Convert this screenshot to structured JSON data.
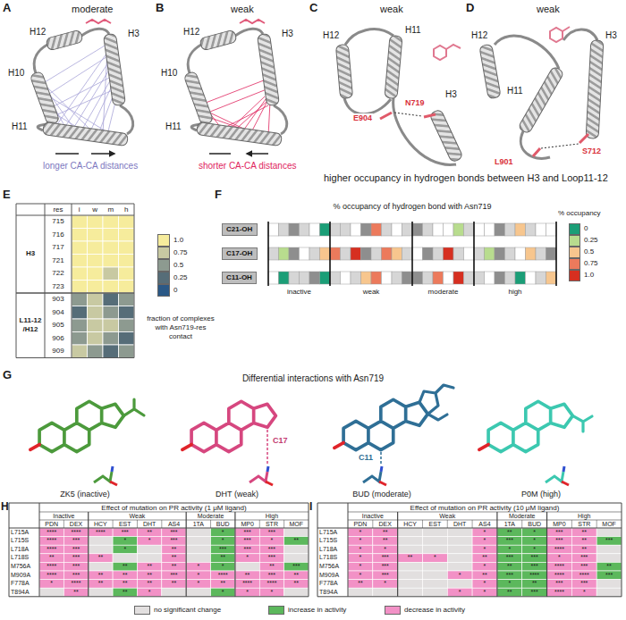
{
  "diagram": {
    "nodes": [
      {
        "text": [
          "C21-OH"
        ]
      },
      {
        "text": [
          "C17-OH"
        ]
      },
      {
        "text": [
          "C11-OH"
        ]
      }
    ],
    "labels": [
      "A",
      "moderate",
      "H12",
      "H3",
      "H10",
      "H11",
      "longer CA-CA distances",
      "B",
      "weak",
      "H12",
      "H3",
      "H10",
      "H11",
      "shorter CA-CA distances",
      "C",
      "weak",
      "H12",
      "H11",
      "N719",
      "E904",
      "H3",
      "D",
      "weak",
      "H12",
      "H3",
      "H11",
      "L901",
      "S712",
      "higher occupancy in hydrogen bonds between H3 and Loop11-12",
      "E",
      "res",
      "i",
      "w",
      "m",
      "h",
      "H3",
      "715",
      "716",
      "717",
      "721",
      "722",
      "723",
      "L11-12 /H12",
      "903",
      "904",
      "905",
      "906",
      "909",
      "fraction of complexes with Asn719-res contact",
      "F",
      "% occupancy of hydrogen bond with Asn719",
      "inactive",
      "weak",
      "moderate",
      "high",
      "% occupancy",
      "G",
      "Differential interactions with Asn719",
      "ZK5 (inactive)",
      "DHT (weak)",
      "C17",
      "BUD (moderate)",
      "C11",
      "P0M (high)",
      "H",
      "Effect of mutation on PR activity (1 μM ligand)",
      "Inactive",
      "Weak",
      "Moderate",
      "High",
      "PDN",
      "DEX",
      "HCY",
      "EST",
      "DHT",
      "AS4",
      "1TA",
      "BUD",
      "MP0",
      "STR",
      "MOF",
      "L715A",
      "****",
      "****",
      "****",
      "***",
      "**",
      "***",
      "*",
      "***",
      "***",
      "L715S",
      "****",
      "***",
      "*",
      "*",
      "***",
      "*",
      "***",
      "*",
      "**",
      "L718A",
      "****",
      "***",
      "*",
      "**",
      "***",
      "***",
      "***",
      "L718S",
      "**",
      "***",
      "**",
      "**",
      "**",
      "*",
      "***",
      "M756A",
      "****",
      "***",
      "**",
      "**",
      "**",
      "*",
      "*",
      "**",
      "***",
      "M909A",
      "****",
      "***",
      "**",
      "**",
      "**",
      "***",
      "*",
      "****",
      "**",
      "***",
      "**",
      "F778A",
      "*",
      "****",
      "**",
      "**",
      "**",
      "**",
      "*",
      "**",
      "****",
      "****",
      "**",
      "T894A",
      "**",
      "**",
      "*",
      "*",
      "*",
      "*",
      "I",
      "Effect of mutation on PR activity (10 μM ligand)",
      "Inactive",
      "Weak",
      "Moderate",
      "High",
      "PDN",
      "DEX",
      "HCY",
      "EST",
      "DHT",
      "AS4",
      "1TA",
      "BUD",
      "MP0",
      "STR",
      "MOF",
      "L715A",
      "*",
      "**",
      "*",
      "**",
      "*",
      "***",
      "**",
      "L715S",
      "*",
      "**",
      "*",
      "***",
      "*",
      "***",
      "**",
      "***",
      "L718A",
      "*",
      "*",
      "*",
      "*",
      "*",
      "****",
      "**",
      "L718S",
      "*",
      "***",
      "**",
      "*",
      "**",
      "***",
      "***",
      "*",
      "***",
      "M756A",
      "*",
      "***",
      "*",
      "**",
      "***",
      "****",
      "***",
      "**",
      "M909A",
      "*",
      "***",
      "*",
      "**",
      "***",
      "****",
      "****",
      "****",
      "***",
      "F778A",
      "**",
      "*",
      "*",
      "*",
      "**",
      "***",
      "***",
      "T894A",
      "*",
      "*",
      "**",
      "***",
      "****",
      "*"
    ],
    "legend": [
      {
        "text": "1.0",
        "color": "#f6ec9c"
      },
      {
        "text": "0.75",
        "color": "#c8c9a2"
      },
      {
        "text": "0.5",
        "color": "#8d9a90"
      },
      {
        "text": "0.25",
        "color": "#566d78"
      },
      {
        "text": "0",
        "color": "#2a5886"
      },
      {
        "text": "0",
        "color": "#1b9e77"
      },
      {
        "text": "0.25",
        "color": "#b8dc8e"
      },
      {
        "text": "0.5",
        "color": "#f7c68e"
      },
      {
        "text": "0.75",
        "color": "#ec7a5c"
      },
      {
        "text": "1.0",
        "color": "#d62f20"
      },
      {
        "text": "no significant change",
        "color": "#e2dfdf"
      },
      {
        "text": "increase in activity",
        "color": "#5cb85c"
      },
      {
        "text": "decrease in activity",
        "color": "#f291c6"
      }
    ]
  }
}
